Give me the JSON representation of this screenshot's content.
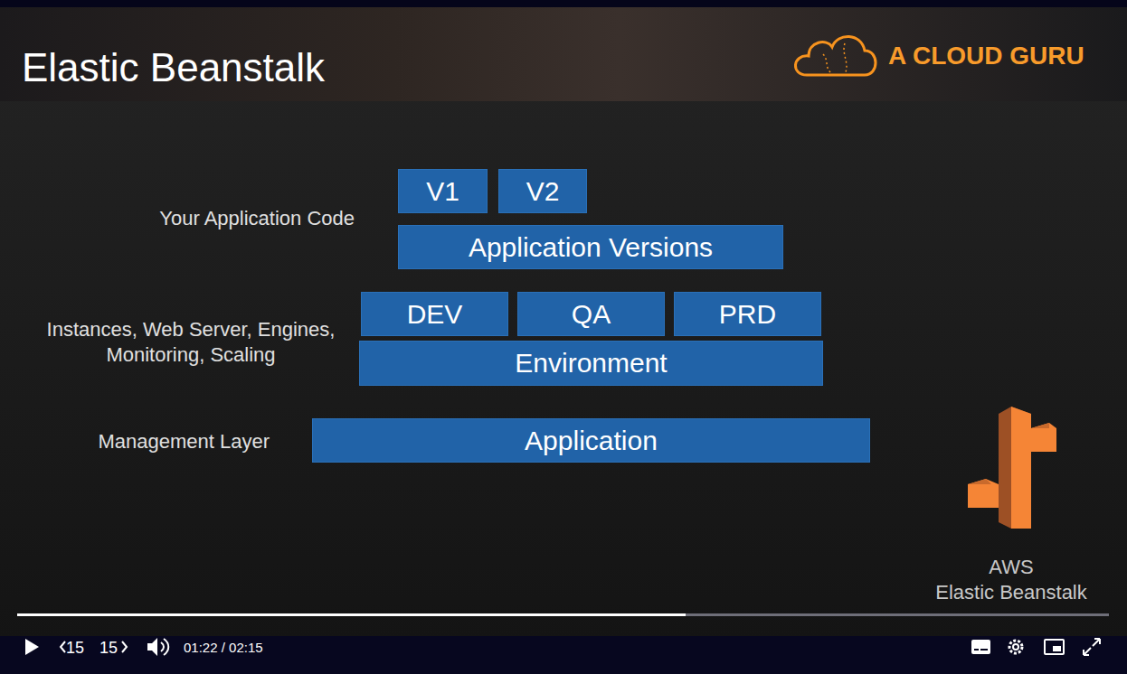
{
  "diagram": {
    "title": "Elastic Beanstalk",
    "nodes": [
      {
        "text": [
          "V1"
        ]
      },
      {
        "text": [
          "V2"
        ]
      },
      {
        "text": [
          "Application Versions"
        ]
      },
      {
        "text": [
          "DEV"
        ]
      },
      {
        "text": [
          "QA"
        ]
      },
      {
        "text": [
          "PRD"
        ]
      },
      {
        "text": [
          "Environment"
        ]
      },
      {
        "text": [
          "Application"
        ]
      }
    ],
    "labels": [
      "A CLOUD GURU",
      "Your Application Code",
      "Instances, Web Server, Engines, Monitoring, Scaling",
      "Management Layer",
      "AWS",
      "Elastic Beanstalk",
      "15",
      "15",
      "01:22 / 02:15"
    ]
  }
}
